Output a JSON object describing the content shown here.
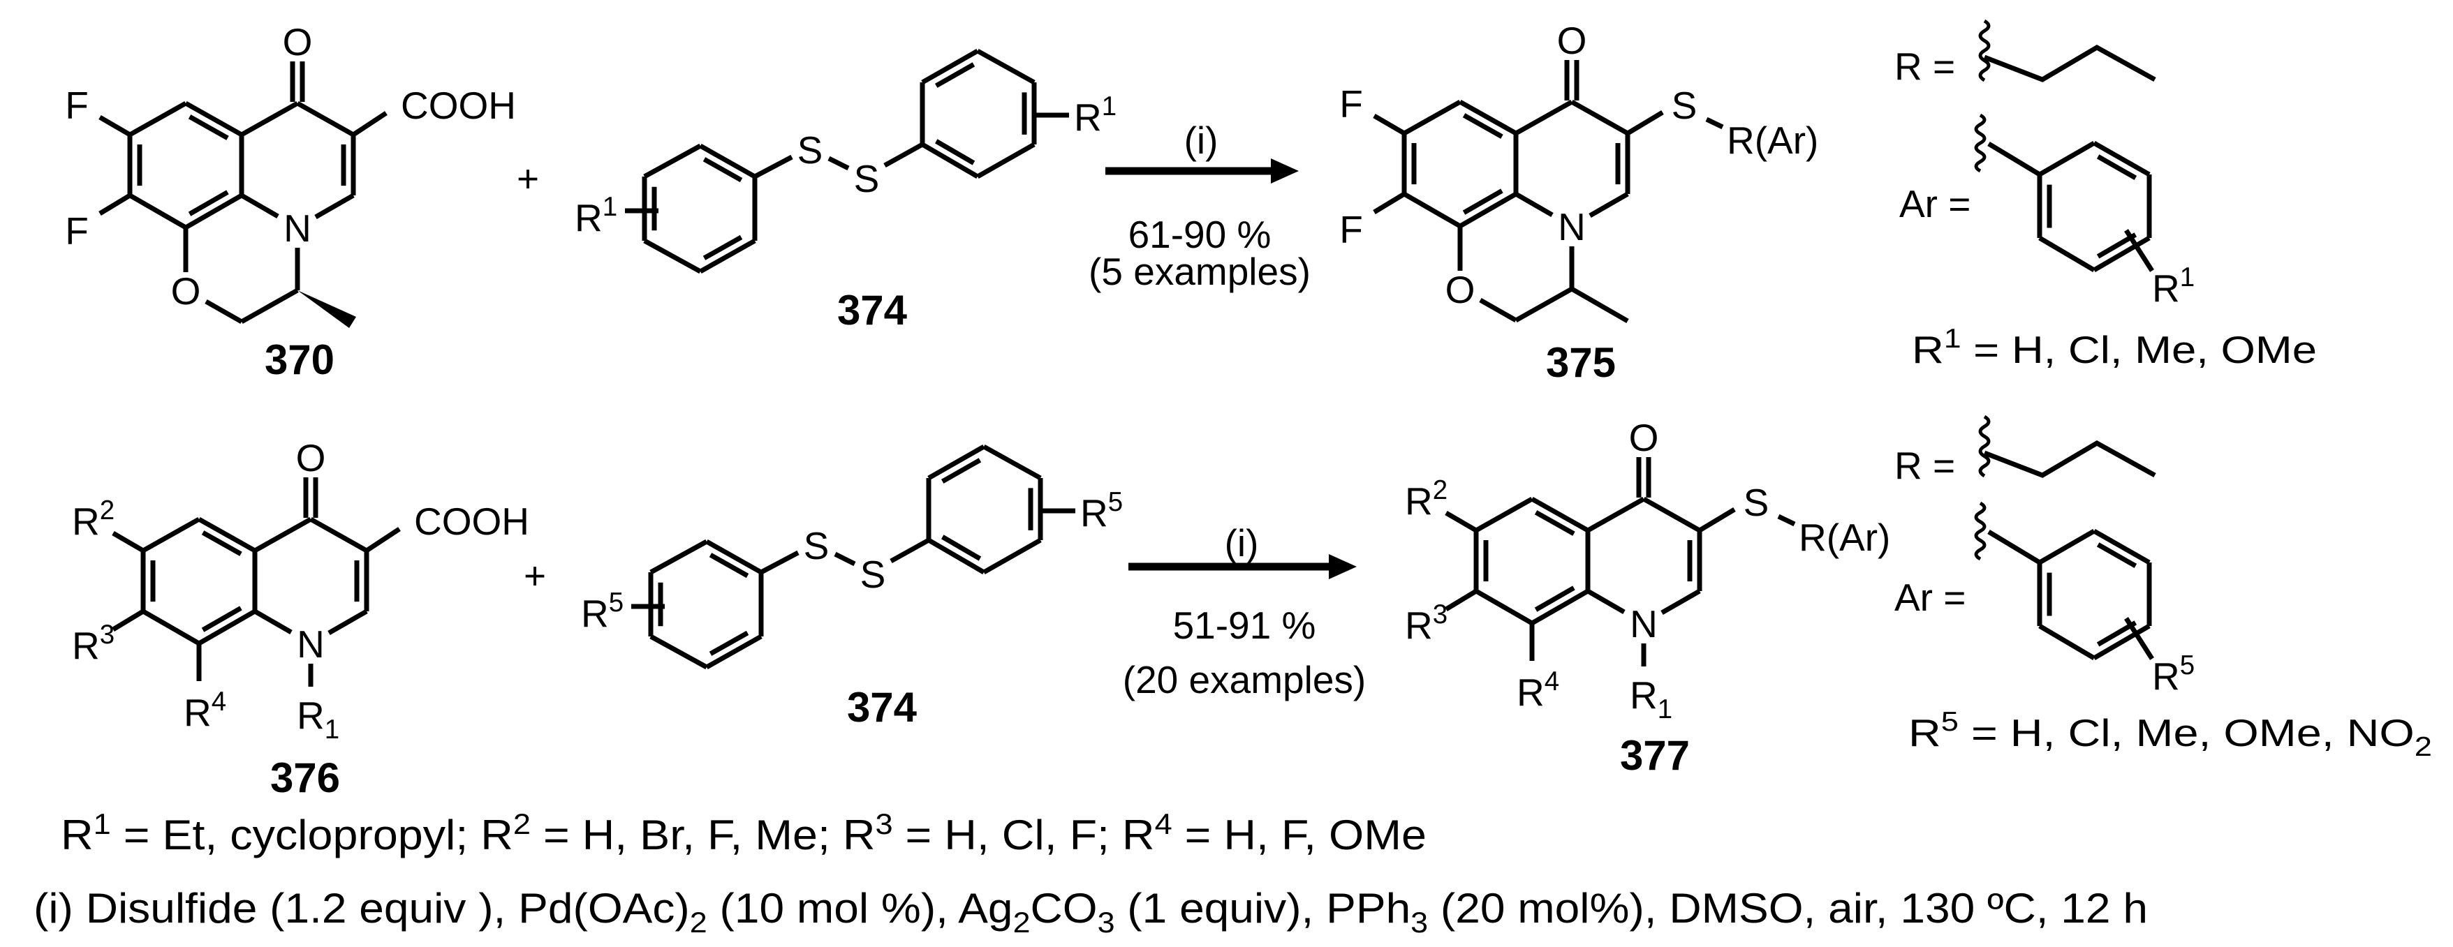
{
  "compounds": {
    "c370": {
      "number": "370",
      "atoms": {
        "F_top": "F",
        "F_bottom": "F",
        "O_carbonyl": "O",
        "acid": "COOH",
        "N": "N",
        "O_ring": "O"
      },
      "methyl_stereo": "wedge"
    },
    "c374_row1": {
      "number": "374",
      "S1": "S",
      "S2": "S",
      "substituent": [
        "R",
        {
          "sup": "1"
        }
      ]
    },
    "c375": {
      "number": "375",
      "atoms": {
        "F_top": "F",
        "F_bottom": "F",
        "O_carbonyl": "O",
        "S": "S",
        "SR": "R(Ar)",
        "N": "N",
        "O_ring": "O"
      }
    },
    "c376": {
      "number": "376",
      "atoms": {
        "R2": [
          "R",
          {
            "sup": "2"
          }
        ],
        "R3": [
          "R",
          {
            "sup": "3"
          }
        ],
        "R4": [
          "R",
          {
            "sup": "4"
          }
        ],
        "O_carbonyl": "O",
        "acid": "COOH",
        "N": "N",
        "R1": [
          "R",
          {
            "sub": "1"
          }
        ]
      }
    },
    "c374_row2": {
      "number": "374",
      "S1": "S",
      "S2": "S",
      "substituent": [
        "R",
        {
          "sup": "5"
        }
      ]
    },
    "c377": {
      "number": "377",
      "atoms": {
        "R2": [
          "R",
          {
            "sup": "2"
          }
        ],
        "R3": [
          "R",
          {
            "sup": "3"
          }
        ],
        "R4": [
          "R",
          {
            "sup": "4"
          }
        ],
        "O_carbonyl": "O",
        "S": "S",
        "SR": "R(Ar)",
        "N": "N",
        "R1": [
          "R",
          {
            "sub": "1"
          }
        ]
      }
    }
  },
  "reactions": [
    {
      "plus": "+",
      "conditions_ref": "(i)",
      "yield": "61-90 %",
      "examples": "(5 examples)"
    },
    {
      "plus": "+",
      "conditions_ref": "(i)",
      "yield": "51-91 %",
      "examples": "(20 examples)"
    }
  ],
  "definitions": [
    {
      "R_label": "R =",
      "Ar_label": "Ar =",
      "Ar_substituent": [
        "R",
        {
          "sup": "1"
        }
      ],
      "list": [
        "R",
        {
          "sup": "1"
        },
        " = H, Cl, Me, OMe"
      ]
    },
    {
      "R_label": "R =",
      "Ar_label": "Ar =",
      "Ar_substituent": [
        "R",
        {
          "sup": "5"
        }
      ],
      "list": [
        "R",
        {
          "sup": "5"
        },
        " = H, Cl, Me, OMe, NO",
        {
          "sub": "2"
        }
      ]
    }
  ],
  "footnotes": {
    "substituents": [
      "R",
      {
        "sup": "1"
      },
      " = Et, cyclopropyl; R",
      {
        "sup": "2"
      },
      " = H, Br, F, Me; R",
      {
        "sup": "3"
      },
      " = H, Cl, F; R",
      {
        "sup": "4"
      },
      " = H, F, OMe"
    ],
    "conditions": [
      "(i) Disulfide (1.2 equiv ), Pd(OAc)",
      {
        "sub": "2"
      },
      " (10 mol %), Ag",
      {
        "sub": "2"
      },
      "CO",
      {
        "sub": "3"
      },
      " (1 equiv), PPh",
      {
        "sub": "3"
      },
      " (20 mol%), DMSO, air, 130 ºC, 12 h"
    ]
  },
  "colors": {
    "ink": "#000000",
    "background": "#ffffff"
  }
}
